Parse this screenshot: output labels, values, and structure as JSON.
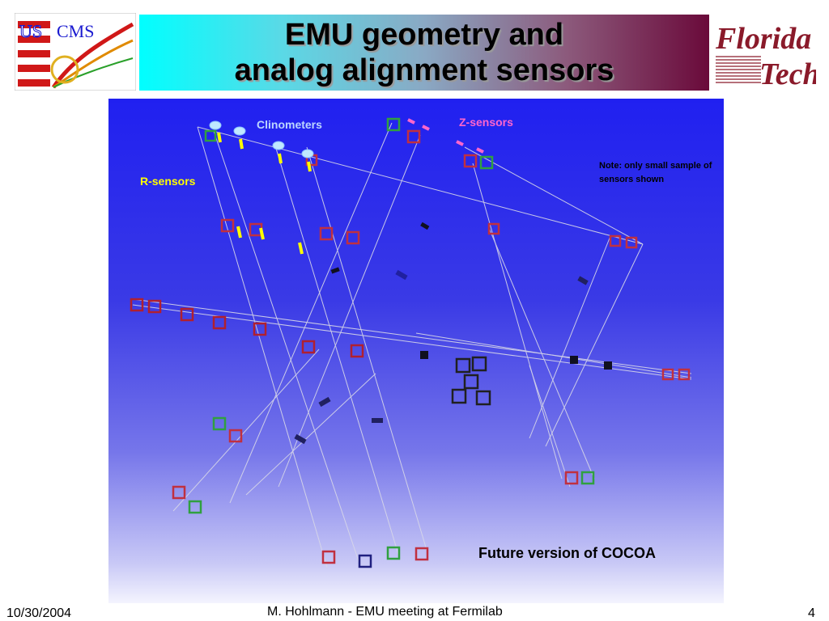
{
  "slide": {
    "title_line1": "EMU geometry and",
    "title_line2": "analog alignment sensors"
  },
  "logos": {
    "left": {
      "text_us": "US",
      "text_cms": "CMS"
    },
    "right": {
      "text_line1": "Florida",
      "text_line2": "Tech"
    }
  },
  "figure": {
    "label_clinometers": "Clinometers",
    "label_z_sensors": "Z-sensors",
    "label_r_sensors": "R-sensors",
    "note": "Note: only small sample of sensors shown",
    "caption": "Future version of COCOA",
    "colors": {
      "clinometers": "#bcd6ff",
      "z_sensors": "#ff66cc",
      "r_sensors": "#ffff00"
    }
  },
  "footer": {
    "date": "10/30/2004",
    "center": "M. Hohlmann - EMU meeting at Fermilab",
    "page": "4"
  }
}
